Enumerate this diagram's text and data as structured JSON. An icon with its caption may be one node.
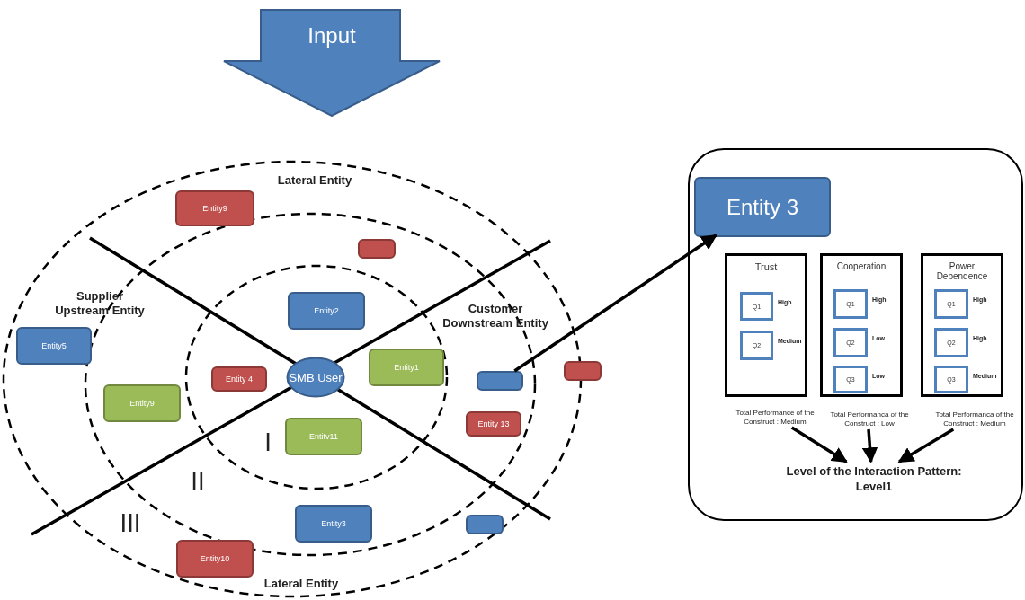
{
  "diagram": {
    "nodes": [
      {
        "text": [
          "Input"
        ]
      },
      {
        "text": [
          "SMB User"
        ]
      },
      {
        "text": [
          "Entity2"
        ]
      },
      {
        "text": [
          "Entity 4"
        ]
      },
      {
        "text": [
          "Entity1"
        ]
      },
      {
        "text": [
          "Entitv11"
        ]
      },
      {
        "text": [
          "Entity9"
        ]
      },
      {
        "text": [],
        "shape": "box"
      },
      {
        "text": [
          "Entity5"
        ]
      },
      {
        "text": [
          "Entity9"
        ]
      },
      {
        "text": [],
        "shape": "box"
      },
      {
        "text": [],
        "shape": "box"
      },
      {
        "text": [
          "Entity 13"
        ]
      },
      {
        "text": [
          "Entity3"
        ]
      },
      {
        "text": [
          "Entity10"
        ]
      },
      {
        "text": [],
        "shape": "box"
      },
      {
        "text": [],
        "shape": "box"
      },
      {
        "text": [
          "Entity 3"
        ],
        "in": 16
      },
      {
        "text": [
          "Trust"
        ],
        "in": 16
      },
      {
        "text": [
          "Q1"
        ],
        "in": 18,
        "beside": [
          "High"
        ]
      },
      {
        "text": [
          "Q2"
        ],
        "in": 18,
        "beside": [
          "Medium"
        ]
      },
      {
        "text": [
          "Cooperation"
        ],
        "in": 16
      },
      {
        "text": [
          "Q1"
        ],
        "in": 21,
        "beside": [
          "High"
        ]
      },
      {
        "text": [
          "Q2"
        ],
        "in": 21,
        "beside": [
          "Low"
        ]
      },
      {
        "text": [
          "Q3"
        ],
        "in": 21,
        "beside": [
          "Low"
        ]
      },
      {
        "text": [
          "Power Dependence"
        ],
        "in": 16
      },
      {
        "text": [
          "Q1"
        ],
        "in": 25,
        "beside": [
          "High"
        ]
      },
      {
        "text": [
          "Q2"
        ],
        "in": 25,
        "beside": [
          "High"
        ]
      },
      {
        "text": [
          "Q3"
        ],
        "in": 25,
        "beside": [
          "Medium"
        ]
      },
      {
        "text": [
          "Total Performance of the Construct : Medium"
        ],
        "in": 16
      },
      {
        "text": [
          "Total Performanca of the Construct : Low"
        ],
        "in": 16
      },
      {
        "text": [
          "Total Performanca of the Construct : Medium"
        ],
        "in": 16
      },
      {
        "text": [
          "Level of the Interaction Pattern: Level1"
        ],
        "in": 16
      }
    ],
    "edges": [
      {
        "from": 10,
        "to": 17,
        "arrow": "to"
      },
      {
        "from": 29,
        "to": 32,
        "arrow": "to"
      },
      {
        "from": 30,
        "to": 32,
        "arrow": "to"
      },
      {
        "from": 31,
        "to": 32,
        "arrow": "to"
      }
    ],
    "labels": [
      "Lateral Entity",
      "Supplier Upstream Entity",
      "Customer Downstream Entity",
      "I",
      "II",
      "III",
      "Lateral Entity"
    ]
  }
}
